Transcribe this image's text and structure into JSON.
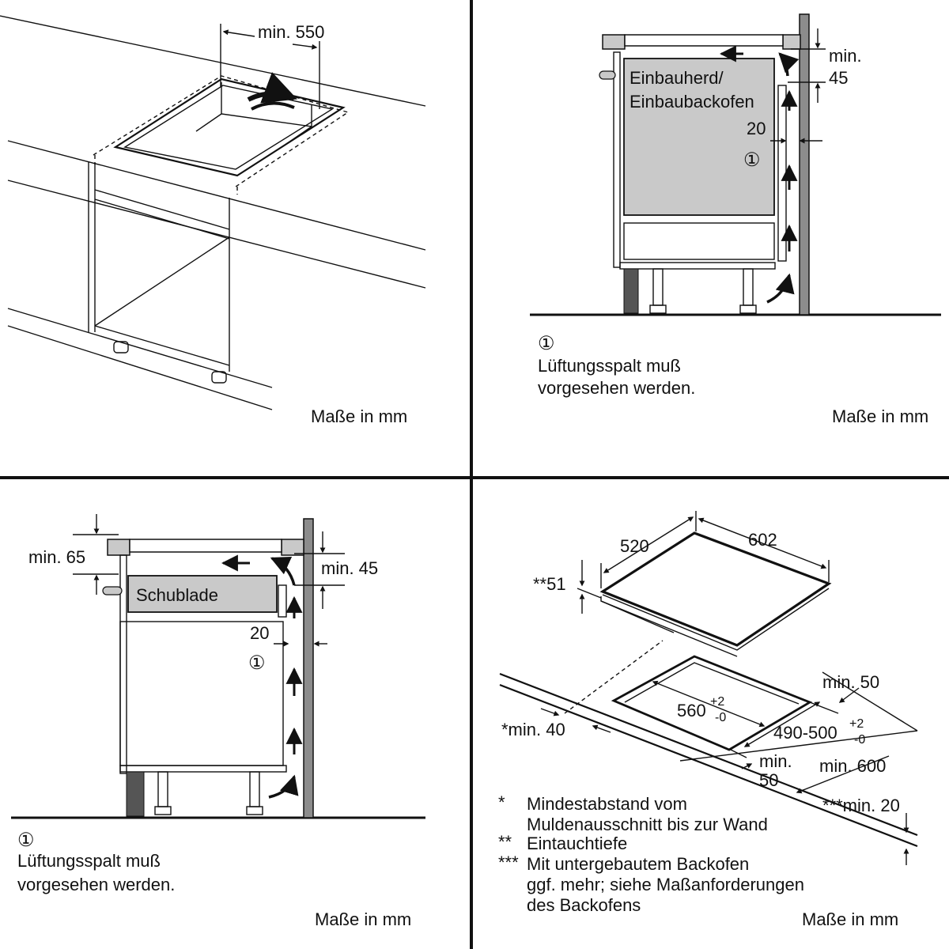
{
  "colors": {
    "line": "#111111",
    "wall": "#8c8c8c",
    "appliance": "#c9c9c9",
    "background": "#ffffff"
  },
  "units_note": "Maße in mm",
  "panel_tl": {
    "dim_width": "min. 550"
  },
  "panel_tr": {
    "appliance_line1": "Einbauherd/",
    "appliance_line2": "Einbaubackofen",
    "dim_top": "min.",
    "dim_top_value": "45",
    "dim_gap": "20",
    "marker": "①",
    "note_marker": "①",
    "note_line1": "Lüftungsspalt muß",
    "note_line2": "vorgesehen werden."
  },
  "panel_bl": {
    "drawer_label": "Schublade",
    "dim_drawer": "min. 65",
    "dim_top": "min. 45",
    "dim_gap": "20",
    "marker": "①",
    "note_marker": "①",
    "note_line1": "Lüftungsspalt muß",
    "note_line2": "vorgesehen werden."
  },
  "panel_br": {
    "dim_depth": "520",
    "dim_width": "602",
    "dim_immersion": "**51",
    "cutout_width": "560",
    "cutout_width_tol_plus": "+2",
    "cutout_width_tol_minus": "-0",
    "cutout_depth": "490-500",
    "cutout_depth_tol_plus": "+2",
    "cutout_depth_tol_minus": "-0",
    "dim_rear": "min. 50",
    "dim_wall": "*min. 40",
    "dim_front_min": "min.",
    "dim_front_value": "50",
    "dim_worktop": "min. 600",
    "dim_oven": "***min. 20",
    "footnotes": [
      {
        "mark": "*",
        "line1": "Mindestabstand vom",
        "line2": "Muldenausschnitt bis zur Wand"
      },
      {
        "mark": "**",
        "line1": "Eintauchtiefe"
      },
      {
        "mark": "***",
        "line1": "Mit untergebautem Backofen",
        "line2": "ggf. mehr; siehe Maßanforderungen",
        "line3": "des Backofens"
      }
    ]
  }
}
